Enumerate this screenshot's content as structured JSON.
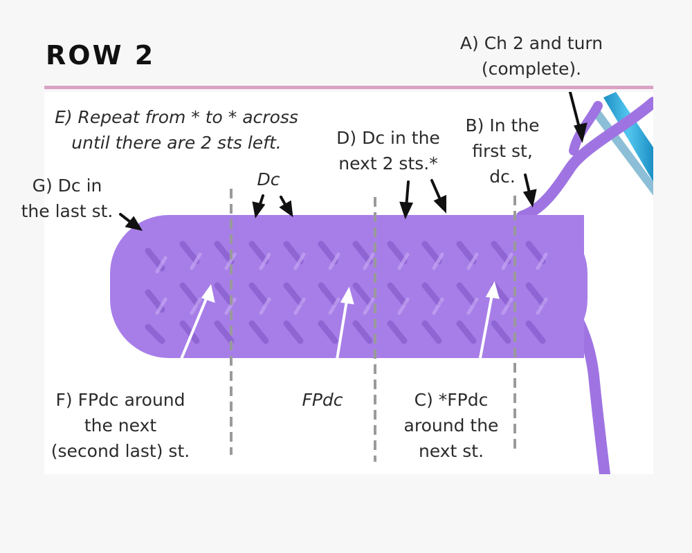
{
  "header": {
    "title": "ROW 2"
  },
  "colors": {
    "accent_rule": "#d9a3c4",
    "yarn": "#a47be6",
    "hook": "#28a8d8",
    "guide_line": "#9a9a9a"
  },
  "labels": {
    "a": [
      "A) Ch 2 and turn",
      "(complete)."
    ],
    "b": [
      "B) In the",
      "first st,",
      "dc."
    ],
    "c": [
      "C) *FPdc",
      "around the",
      "next st."
    ],
    "d": [
      "D) Dc in the",
      "next 2 sts.*"
    ],
    "e": [
      "E) Repeat from * to * across",
      "until there are 2 sts left."
    ],
    "f": [
      "F) FPdc around",
      "the next",
      "(second last) st."
    ],
    "g": [
      "G) Dc in",
      "the last st."
    ],
    "dc": "Dc",
    "fpdc": "FPdc"
  }
}
